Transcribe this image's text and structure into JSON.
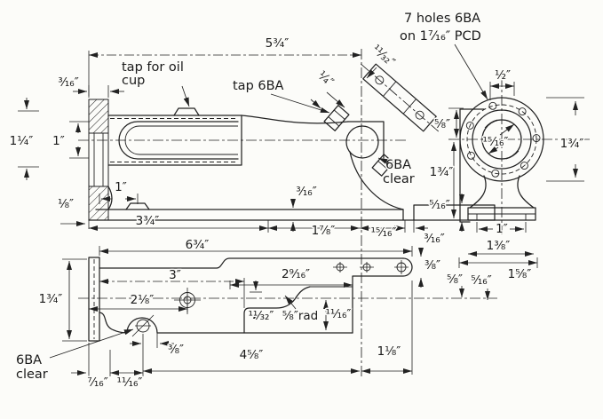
{
  "drawing": {
    "colors": {
      "paper": "#fcfcf9",
      "ink": "#222222"
    },
    "labels": {
      "top5_3_4": "5³⁄₄″",
      "tap_oil1": "tap for oil",
      "tap_oil2": "cup",
      "tap6ba": "tap 6BA",
      "f3_16_top": "³⁄₁₆″",
      "f1_1_4": "1¹⁄₄″",
      "f1": "1″",
      "f1_8": "¹⁄₈″",
      "pad1": "1″",
      "base3_16": "³⁄₁₆″",
      "arm11_32": "¹¹⁄₃₂″",
      "boss1_4": "¹⁄₄″",
      "sb6ba": "6BA",
      "sbclear": "clear",
      "c3_3_4": "3³⁄₄″",
      "c1_7_8": "1⁷⁄₈″",
      "c15_16": "¹⁵⁄₁₆″",
      "c3_16": "³⁄₁₆″",
      "v5_8": "⁵⁄₈″",
      "v1_3_4": "1³⁄₄″",
      "v5_16": "⁵⁄₁₆″",
      "holes1": "7 holes 6BA",
      "holes2": "on 1⁷⁄₁₆″ PCD",
      "h1_2": "¹⁄₂″",
      "bore15_16": "¹⁵⁄₁₆″",
      "r1_3_4": "1³⁄₄″",
      "ft1": "1″",
      "ft1_3_8": "1³⁄₈″",
      "r1_5_8": "1⁵⁄₈″",
      "r5_8": "⁵⁄₈″",
      "r5_16": "⁵⁄₁₆″",
      "p1_3_4": "1³⁄₄″",
      "p3": "3″",
      "p2_1_8": "2¹⁄₈″",
      "p2_9_16": "2⁹⁄₁₆″",
      "p11_32": "¹¹⁄₃₂″",
      "p5_8rad": "⁵⁄₈″rad",
      "p11_16": "¹¹⁄₁₆″",
      "p6_3_4": "6³⁄₄″",
      "parm3_8": "³⁄₈″",
      "p3_8": "³⁄₈″",
      "p4_5_8": "4⁵⁄₈″",
      "p1_1_8": "1¹⁄₈″",
      "p7_16": "⁷⁄₁₆″",
      "p11_16b": "¹¹⁄₁₆″",
      "pl6ba": "6BA",
      "plclear": "clear"
    }
  }
}
